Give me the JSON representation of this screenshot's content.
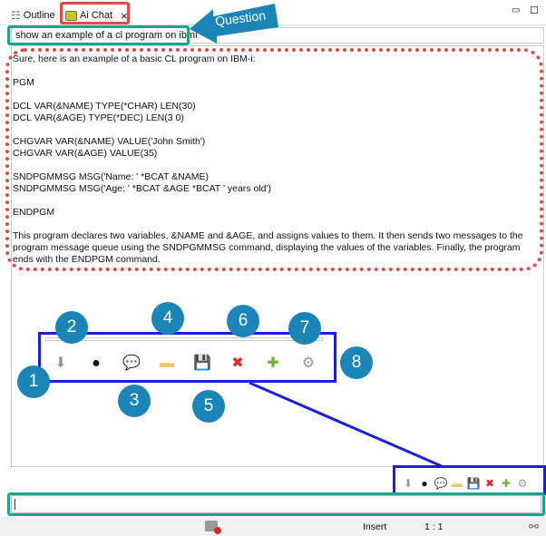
{
  "tabs": [
    {
      "label": "Outline",
      "icon": "outline-icon"
    },
    {
      "label": "Ai Chat",
      "icon": "chat-icon",
      "close": "×"
    }
  ],
  "view_controls": {
    "minimize": "▭",
    "maximize": "☐"
  },
  "annotation_question": "Question",
  "question": "show an example of a cl program on ibmi",
  "response_lines": [
    "Sure, here is an example of a basic CL program on IBM-i:",
    "",
    "PGM",
    "",
    "DCL VAR(&NAME) TYPE(*CHAR) LEN(30)",
    "DCL VAR(&AGE) TYPE(*DEC) LEN(3 0)",
    "",
    "CHGVAR VAR(&NAME) VALUE('John Smith')",
    "CHGVAR VAR(&AGE) VALUE(35)",
    "",
    "SNDPGMMSG MSG('Name: ' *BCAT &NAME)",
    "SNDPGMMSG MSG('Age: ' *BCAT &AGE *BCAT ' years old')",
    "",
    "ENDPGM",
    "",
    "This program declares two variables, &NAME and &AGE, and assigns values to them. It then sends two messages to the program message queue using the SNDPGMMSG command, displaying the values of the variables. Finally, the program ends with the ENDPGM command."
  ],
  "toolbar": [
    {
      "name": "scroll-down",
      "glyph": "⬇",
      "color": "#9a9a9a"
    },
    {
      "name": "github",
      "glyph": "●",
      "color": "#111"
    },
    {
      "name": "chat",
      "glyph": "💬",
      "color": "#b5b52a"
    },
    {
      "name": "open-folder",
      "glyph": "▬",
      "color": "#f3c66b"
    },
    {
      "name": "save",
      "glyph": "💾",
      "color": "#6d8fd1"
    },
    {
      "name": "clear",
      "glyph": "✖",
      "color": "#e0262c"
    },
    {
      "name": "new",
      "glyph": "✚",
      "color": "#6ab82a"
    },
    {
      "name": "settings",
      "glyph": "⚙",
      "color": "#9a9a9a"
    }
  ],
  "callouts": [
    "1",
    "2",
    "3",
    "4",
    "5",
    "6",
    "7",
    "8"
  ],
  "status": {
    "mode": "Insert",
    "position": "1 : 1"
  }
}
